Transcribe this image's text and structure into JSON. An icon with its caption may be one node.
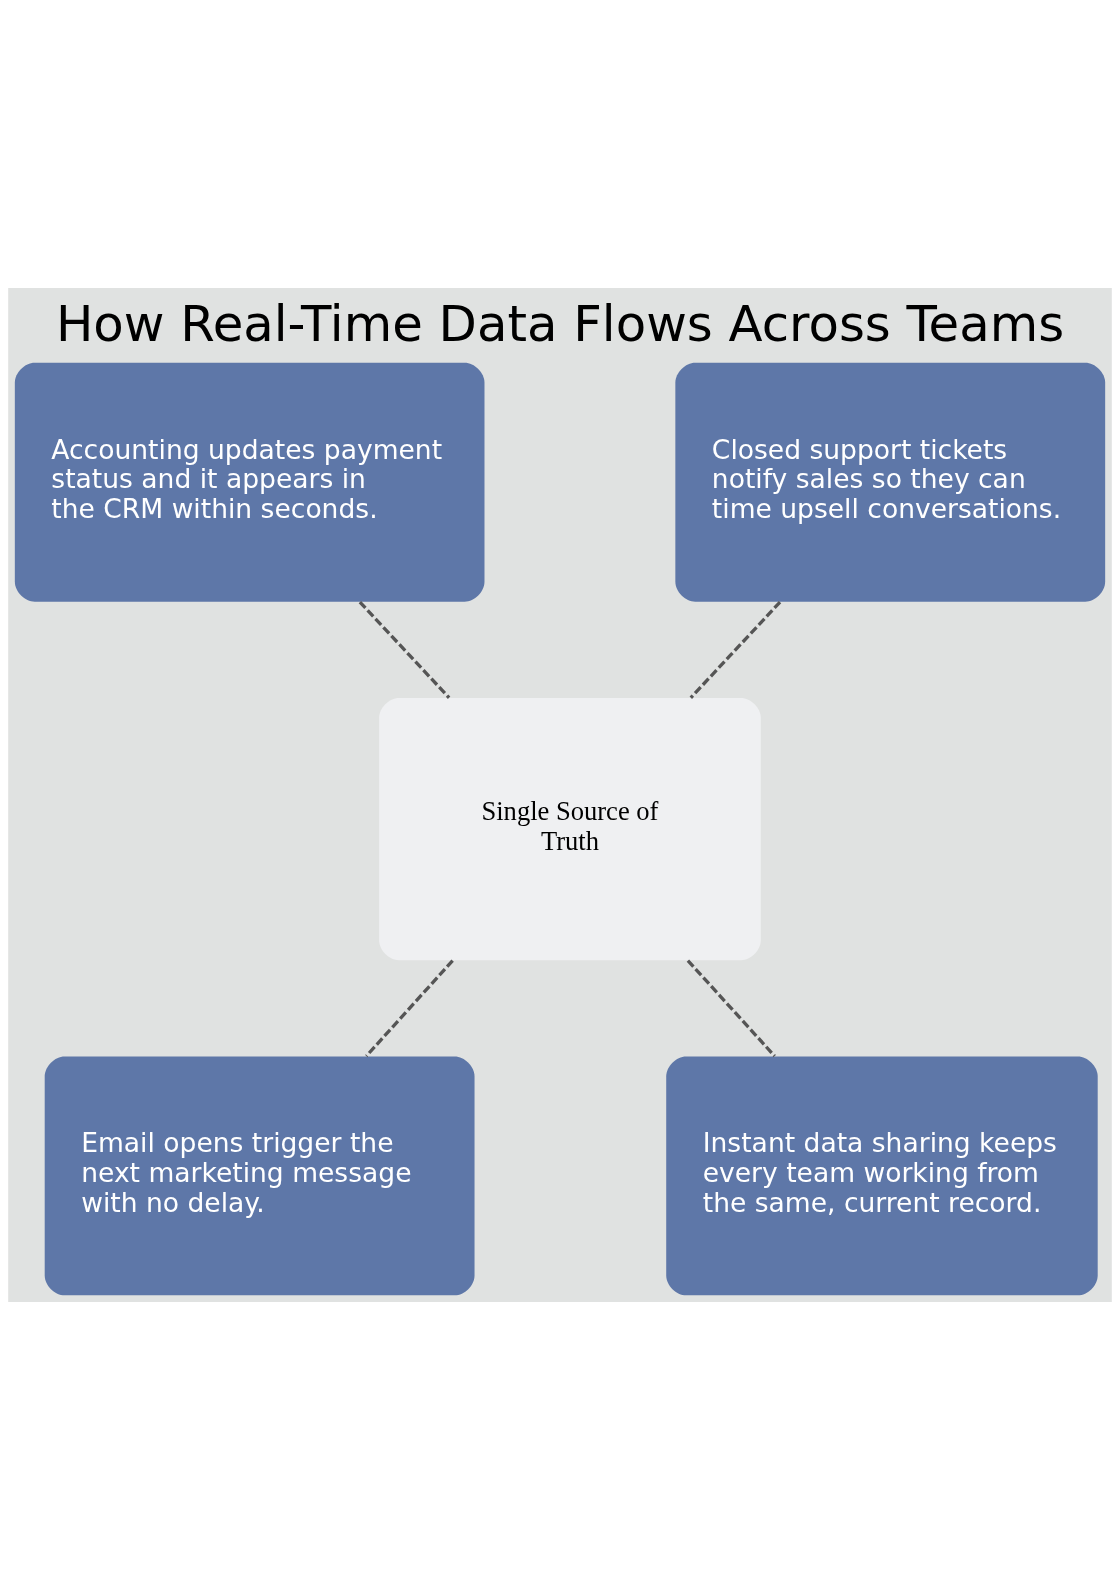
{
  "diagram": {
    "title": "How Real-Time Data Flows Across Teams",
    "nodes": [
      {
        "text": [
          "Accounting updates payment status and it appears in the CRM within seconds."
        ]
      },
      {
        "text": [
          "Closed support tickets notify sales so they can time upsell conversations."
        ]
      },
      {
        "text": [
          "Single Source of Truth"
        ]
      },
      {
        "text": [
          "Email opens trigger the next marketing message with no delay."
        ]
      },
      {
        "text": [
          "Instant data sharing keeps every team working from the same, current record."
        ]
      }
    ],
    "edges": [
      {
        "from": 0,
        "to": 2,
        "arrow": "none",
        "style": "dashed"
      },
      {
        "from": 1,
        "to": 2,
        "arrow": "none",
        "style": "dashed"
      },
      {
        "from": 2,
        "to": 3,
        "arrow": "none",
        "style": "dashed"
      },
      {
        "from": 2,
        "to": 4,
        "arrow": "none",
        "style": "dashed"
      }
    ]
  }
}
